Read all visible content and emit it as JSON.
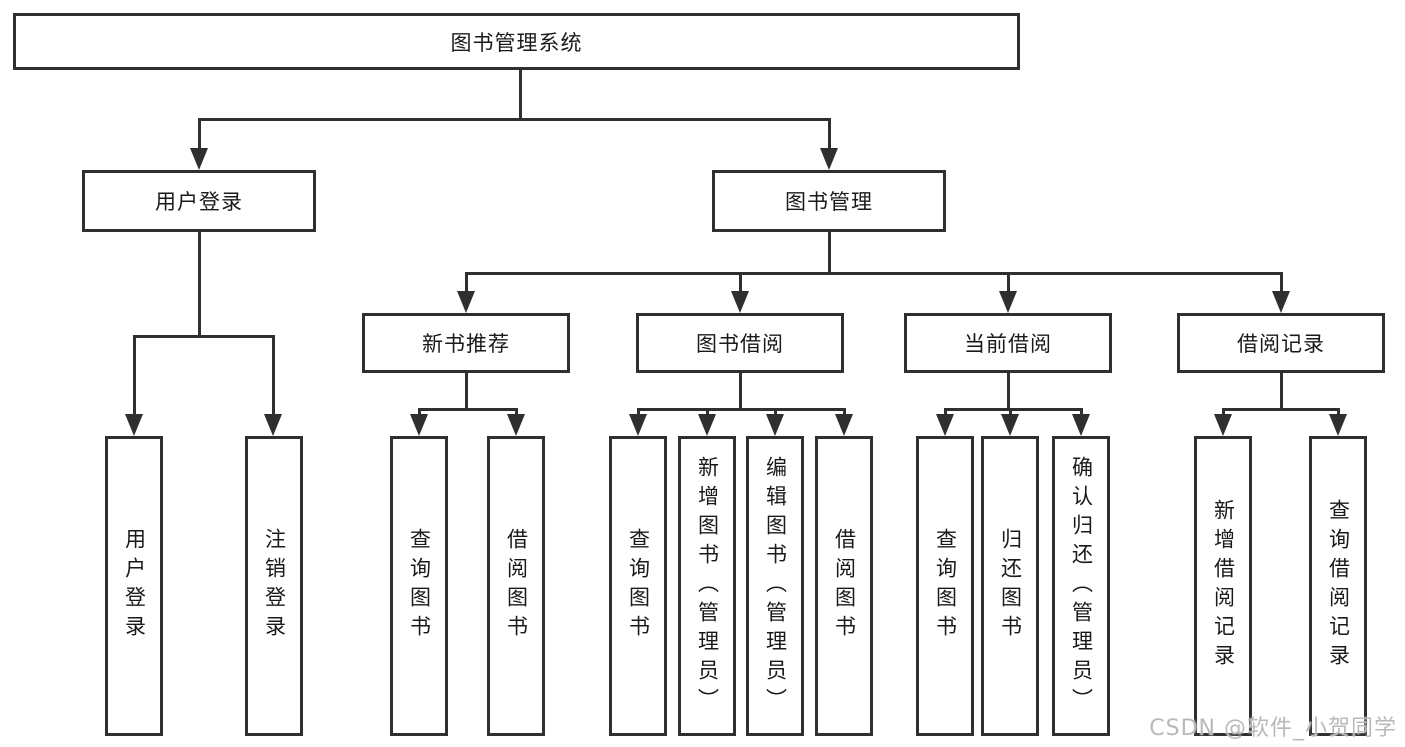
{
  "tree": {
    "root": {
      "label": "图书管理系统",
      "children": [
        {
          "label": "用户登录",
          "children": [
            {
              "label": "用户登录"
            },
            {
              "label": "注销登录"
            }
          ]
        },
        {
          "label": "图书管理",
          "children": [
            {
              "label": "新书推荐",
              "children": [
                {
                  "label": "查询图书"
                },
                {
                  "label": "借阅图书"
                }
              ]
            },
            {
              "label": "图书借阅",
              "children": [
                {
                  "label": "查询图书"
                },
                {
                  "label": "新增图书（管理员）"
                },
                {
                  "label": "编辑图书（管理员）"
                },
                {
                  "label": "借阅图书"
                }
              ]
            },
            {
              "label": "当前借阅",
              "children": [
                {
                  "label": "查询图书"
                },
                {
                  "label": "归还图书"
                },
                {
                  "label": "确认归还（管理员）"
                }
              ]
            },
            {
              "label": "借阅记录",
              "children": [
                {
                  "label": "新增借阅记录"
                },
                {
                  "label": "查询借阅记录"
                }
              ]
            }
          ]
        }
      ]
    }
  },
  "watermark": {
    "text": "CSDN @软件_小贺同学"
  },
  "colors": {
    "line": "#2f2f2f",
    "border": "#2f2f2f",
    "text": "#1a1a1a",
    "watermark": "#b9b9b9",
    "background": "#ffffff"
  }
}
